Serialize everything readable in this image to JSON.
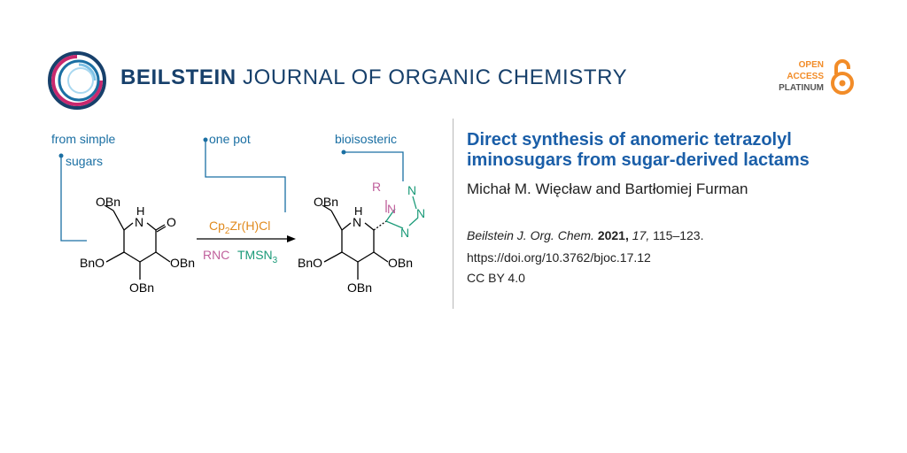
{
  "header": {
    "journal_name_bold": "BEILSTEIN",
    "journal_name_rest": " JOURNAL OF ORGANIC CHEMISTRY",
    "oa_open": "OPEN",
    "oa_access": "ACCESS",
    "oa_platinum": "PLATINUM"
  },
  "scheme": {
    "note_from": "from simple",
    "note_sugars": "sugars",
    "note_one_pot": "one pot",
    "note_bioisosteric": "bioisosteric",
    "reagent_cp": "Cp",
    "reagent_sub2": "2",
    "reagent_zr": "Zr(H)Cl",
    "reagent_rnc": "RNC",
    "reagent_tmsn": "TMSN",
    "reagent_sub3": "3",
    "sm_obn_top": "OBn",
    "sm_nh": "N",
    "sm_h": "H",
    "sm_o": "O",
    "sm_bno": "BnO",
    "sm_obn_right": "OBn",
    "sm_obn_bottom": "OBn",
    "pr_obn_top": "OBn",
    "pr_nh": "N",
    "pr_h": "H",
    "pr_bno": "BnO",
    "pr_obn_right": "OBn",
    "pr_obn_bottom": "OBn",
    "pr_r": "R",
    "pr_n1": "N",
    "pr_n2": "N",
    "pr_n3": "N",
    "pr_n4": "N"
  },
  "article": {
    "title": "Direct synthesis of anomeric tetrazolyl iminosugars from sugar-derived lactams",
    "authors": "Michał M. Więcław and Bartłomiej Furman",
    "citation_journal": "Beilstein J. Org. Chem.",
    "citation_year": "2021,",
    "citation_volume": "17,",
    "citation_pages": "115–123.",
    "doi": "https://doi.org/10.3762/bjoc.17.12",
    "license": "CC BY 4.0"
  },
  "colors": {
    "brand_navy": "#17406b",
    "title_blue": "#1a5ea8",
    "note_blue": "#1a6fa3",
    "orange": "#e08a1e",
    "magenta": "#c0609c",
    "teal": "#1a9a78",
    "oa_orange": "#f28c28"
  }
}
